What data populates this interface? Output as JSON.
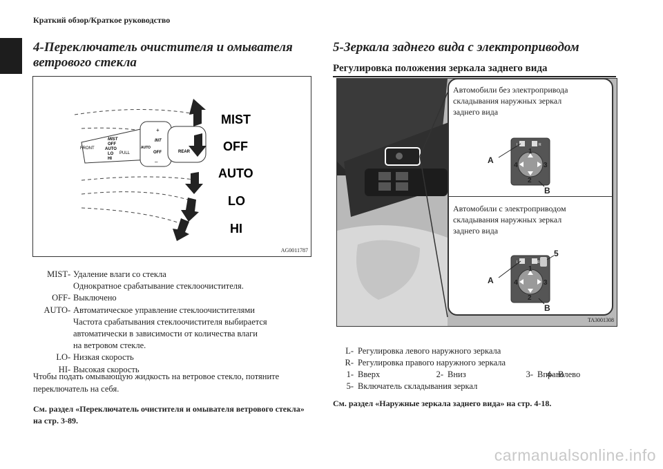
{
  "header": {
    "title": "Краткий обзор/Краткое руководство"
  },
  "left": {
    "section_title_line1": "4-Переключатель очистителя и омывателя",
    "section_title_line2": "ветрового стекла",
    "figure": {
      "code": "AG0011787",
      "labels": {
        "mist": "MIST",
        "off": "OFF",
        "auto": "AUTO",
        "lo": "LO",
        "hi": "HI"
      },
      "switch_text": {
        "front": "FRONT",
        "mist": "MIST",
        "off": "OFF",
        "auto": "AUTO",
        "lo": "LO",
        "hi": "HI",
        "pull": "PULL",
        "int": "INT",
        "off2": "OFF",
        "rear": "REAR",
        "auto_small": "AUTO",
        "plus": "+",
        "minus": "–"
      }
    },
    "definitions": [
      {
        "key": "MIST",
        "lines": [
          "Удаление влаги со стекла",
          "Однократное срабатывание стеклоочистителя."
        ]
      },
      {
        "key": "OFF",
        "lines": [
          "Выключено"
        ]
      },
      {
        "key": "AUTO",
        "lines": [
          "Автоматическое управление стеклоочистителями",
          "Частота срабатывания стеклоочистителя выбирается",
          "автоматически в зависимости от количества влаги",
          "на ветровом стекле."
        ]
      },
      {
        "key": "LO",
        "lines": [
          "Низкая скорость"
        ]
      },
      {
        "key": "HI",
        "lines": [
          "Высокая скорость"
        ]
      }
    ],
    "paragraph_line1": "Чтобы подать омывающую жидкость на ветровое стекло, потяните",
    "paragraph_line2": "переключатель на себя.",
    "ref_line1": "См. раздел «Переключатель очистителя и омывателя ветрового стекла»",
    "ref_line2": "на стр. 3-89."
  },
  "right": {
    "section_title": "5-Зеркала заднего вида с электроприводом",
    "subsection_title": "Регулировка положения зеркала заднего вида",
    "figure": {
      "code": "TA3001308",
      "callout1_lines": [
        "Автомобили без электропривода",
        "складывания наружных зеркал",
        "заднего вида"
      ],
      "callout2_lines": [
        "Автомобили с электроприводом",
        "складывания наружных зеркал",
        "заднего вида"
      ],
      "marks": {
        "a": "A",
        "b": "B",
        "n1": "1",
        "n2": "2",
        "n3": "3",
        "n4": "4",
        "n5": "5",
        "l": "L",
        "r": "R"
      }
    },
    "legend": {
      "l": {
        "key": "L",
        "text": "Регулировка левого наружного зеркала"
      },
      "r": {
        "key": "R",
        "text": "Регулировка правого наружного зеркала"
      },
      "row": [
        {
          "key": "1",
          "text": "Вверх"
        },
        {
          "key": "2",
          "text": "Вниз"
        },
        {
          "key": "3",
          "text": "Вправо"
        },
        {
          "key": "4",
          "text": "Влево"
        }
      ],
      "n5": {
        "key": "5",
        "text": "Включатель складывания зеркал"
      }
    },
    "ref": "См. раздел «Наружные зеркала заднего вида» на стр. 4-18."
  },
  "watermark": "carmanualsonline.info"
}
